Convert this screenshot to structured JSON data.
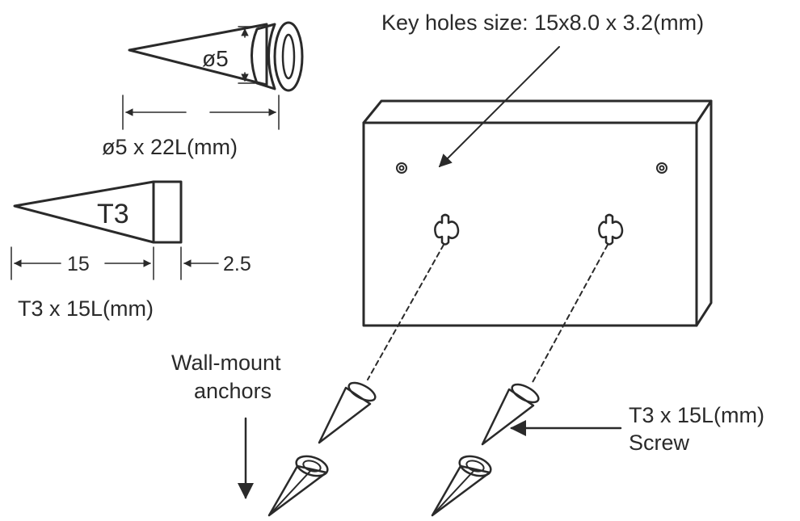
{
  "labels": {
    "key_holes": "Key holes size: 15x8.0 x 3.2(mm)",
    "anchor_diameter": "ø5",
    "anchor_spec": "ø5 x 22L(mm)",
    "screw_head_mark": "T3",
    "screw_length": "15",
    "screw_head_length": "2.5",
    "screw_spec": "T3 x 15L(mm)",
    "wall_anchors_line1": "Wall-mount",
    "wall_anchors_line2": "anchors",
    "screw_callout_line1": "T3 x 15L(mm)",
    "screw_callout_line2": "Screw"
  }
}
